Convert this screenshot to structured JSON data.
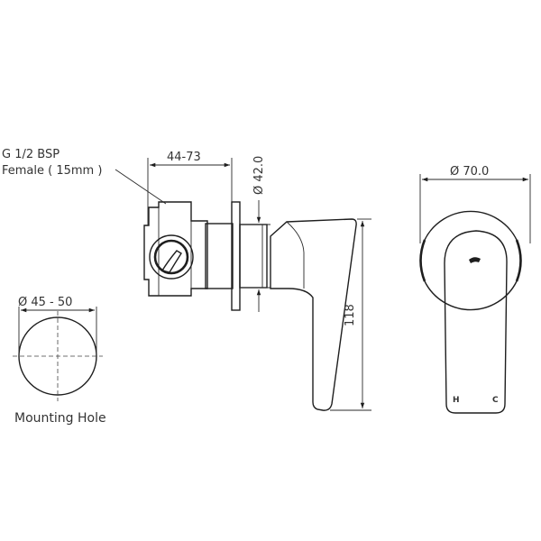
{
  "labels": {
    "thread_line1": "G 1/2 BSP",
    "thread_line2": "Female ( 15mm )",
    "depth_range": "44-73",
    "outlet_diameter": "Ø 42.0",
    "height": "118",
    "plate_diameter": "Ø 70.0",
    "hole_diameter": "Ø 45 - 50",
    "mounting_hole": "Mounting Hole",
    "hot_marker": "H",
    "cold_marker": "C"
  },
  "colors": {
    "line": "#1e1e1e",
    "text": "#333333",
    "background": "#ffffff"
  }
}
